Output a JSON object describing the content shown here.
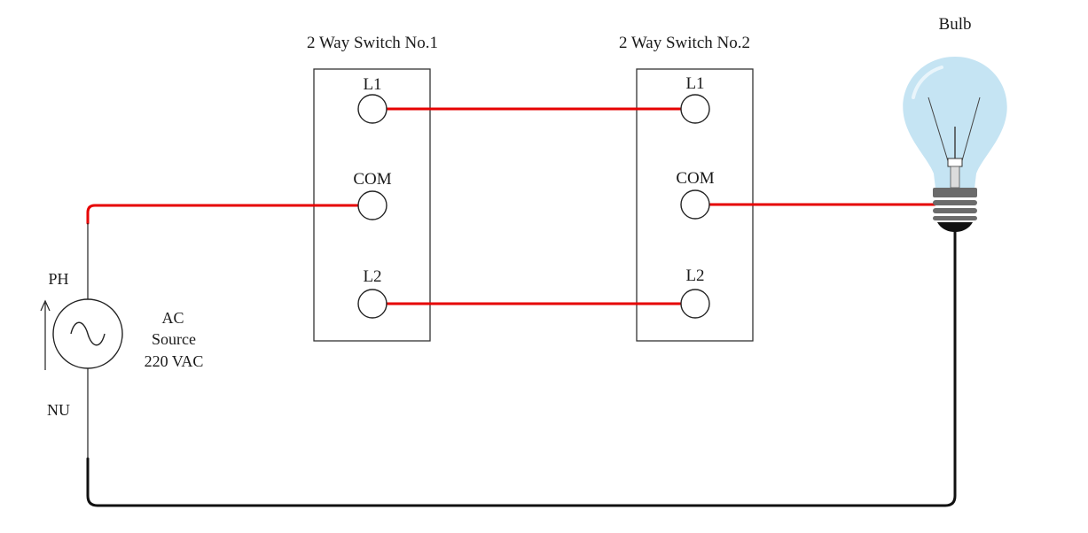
{
  "colors": {
    "phase_wire": "#e60000",
    "neutral_wire": "#111111",
    "bulb_glass": "#c5e4f3",
    "bulb_base": "#6b6b6b"
  },
  "switch1": {
    "title": "2 Way Switch No.1",
    "l1": "L1",
    "com": "COM",
    "l2": "L2"
  },
  "switch2": {
    "title": "2 Way Switch No.2",
    "l1": "L1",
    "com": "COM",
    "l2": "L2"
  },
  "bulb": {
    "label": "Bulb"
  },
  "source": {
    "ph": "PH",
    "nu": "NU",
    "line1": "AC",
    "line2": "Source",
    "line3": "220 VAC",
    "icon": "ac-sine-icon"
  }
}
